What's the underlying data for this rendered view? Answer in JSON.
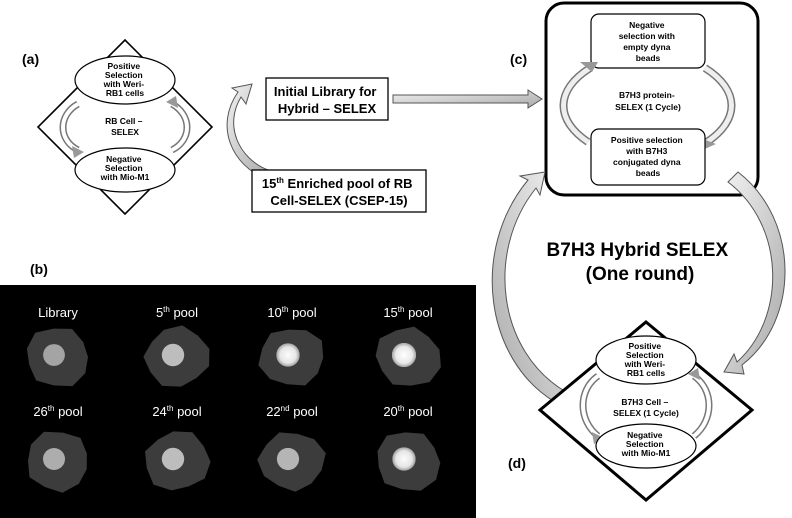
{
  "panel_labels": {
    "a": "(a)",
    "b": "(b)",
    "c": "(c)",
    "d": "(d)"
  },
  "panel_a": {
    "top": [
      "Positive",
      "Selection",
      "with Weri-",
      "RB1 cells"
    ],
    "center": [
      "RB Cell –",
      "SELEX"
    ],
    "bottom": [
      "Negative",
      "Selection",
      "with Mio-M1"
    ]
  },
  "initial_library": [
    "Initial Library for",
    "Hybrid – SELEX"
  ],
  "enriched_pool": {
    "line1_pre": "15",
    "line1_sup": "th",
    "line1_post": " Enriched pool of RB",
    "line2": "Cell-SELEX (CSEP-15)"
  },
  "panel_c": {
    "top": [
      "Negative",
      "selection with",
      "empty dyna",
      "beads"
    ],
    "center": [
      "B7H3 protein-",
      "SELEX  (1 Cycle)"
    ],
    "bottom": [
      "Positive selection",
      "with B7H3",
      "conjugated dyna",
      "beads"
    ]
  },
  "hybrid_title": [
    "B7H3 Hybrid SELEX",
    "(One round)"
  ],
  "panel_d": {
    "top": [
      "Positive",
      "Selection",
      "with Weri-",
      "RB1 cells"
    ],
    "center": [
      "B7H3 Cell –",
      "SELEX  (1 Cycle)"
    ],
    "bottom": [
      "Negative",
      "Selection",
      "with Mio-M1"
    ]
  },
  "pools_row1": [
    {
      "pre": "Library",
      "sup": "",
      "post": ""
    },
    {
      "pre": "5",
      "sup": "th",
      "post": " pool"
    },
    {
      "pre": "10",
      "sup": "th",
      "post": " pool"
    },
    {
      "pre": "15",
      "sup": "th",
      "post": " pool"
    }
  ],
  "pools_row2": [
    {
      "pre": "26",
      "sup": "th",
      "post": " pool"
    },
    {
      "pre": "24",
      "sup": "th",
      "post": " pool"
    },
    {
      "pre": "22",
      "sup": "nd",
      "post": " pool"
    },
    {
      "pre": "20",
      "sup": "th",
      "post": " pool"
    }
  ],
  "spot_brightness_row1": [
    0.45,
    0.6,
    0.8,
    1.0
  ],
  "spot_brightness_row2": [
    0.5,
    0.6,
    0.55,
    0.8
  ]
}
